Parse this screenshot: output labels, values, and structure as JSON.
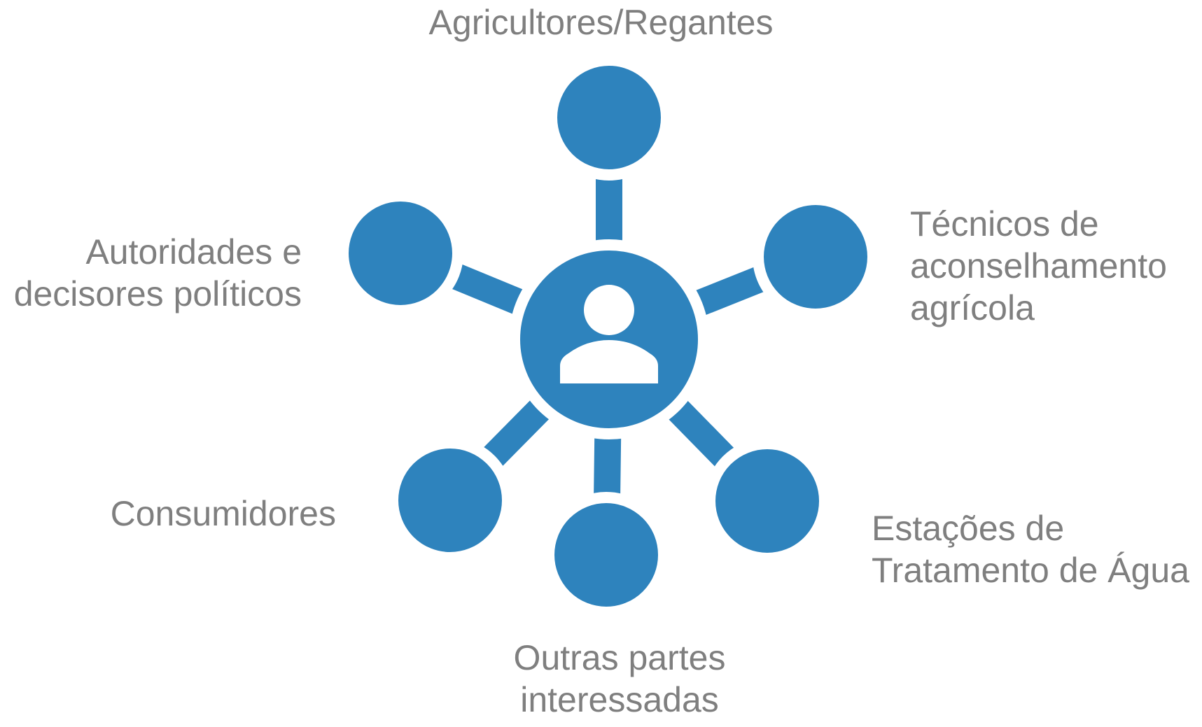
{
  "colors": {
    "node_fill": "#2e83bd",
    "label_text": "#7f7f7f",
    "background": "#ffffff"
  },
  "hub": {
    "icon": "person-icon"
  },
  "labels": {
    "top": "Agricultores/Regantes",
    "left_top": "Autoridades e\ndecisores políticos",
    "right_top": "Técnicos de\naconselhamento\nagrícola",
    "left_bottom": "Consumidores",
    "right_bottom": "Estações de\nTratamento de Água",
    "bottom": "Outras partes\ninteressadas"
  }
}
